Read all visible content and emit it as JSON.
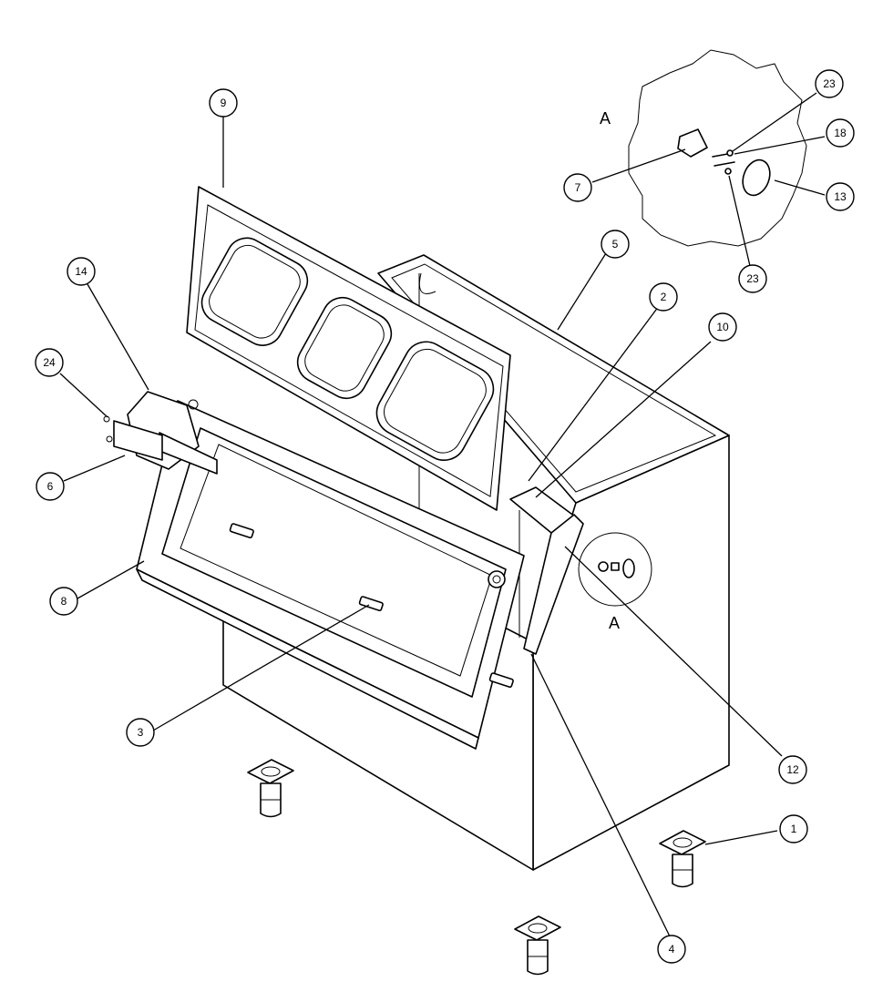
{
  "diagram": {
    "detail_view_label": "A",
    "callouts": [
      {
        "id": "c1",
        "label": "1"
      },
      {
        "id": "c2",
        "label": "2"
      },
      {
        "id": "c3",
        "label": "3"
      },
      {
        "id": "c4",
        "label": "4"
      },
      {
        "id": "c5",
        "label": "5"
      },
      {
        "id": "c6",
        "label": "6"
      },
      {
        "id": "c7",
        "label": "7"
      },
      {
        "id": "c8",
        "label": "8"
      },
      {
        "id": "c9",
        "label": "9"
      },
      {
        "id": "c10",
        "label": "10"
      },
      {
        "id": "c12",
        "label": "12"
      },
      {
        "id": "c13",
        "label": "13"
      },
      {
        "id": "c14",
        "label": "14"
      },
      {
        "id": "c18",
        "label": "18"
      },
      {
        "id": "c23a",
        "label": "23"
      },
      {
        "id": "c23b",
        "label": "23"
      },
      {
        "id": "c24",
        "label": "24"
      }
    ]
  }
}
